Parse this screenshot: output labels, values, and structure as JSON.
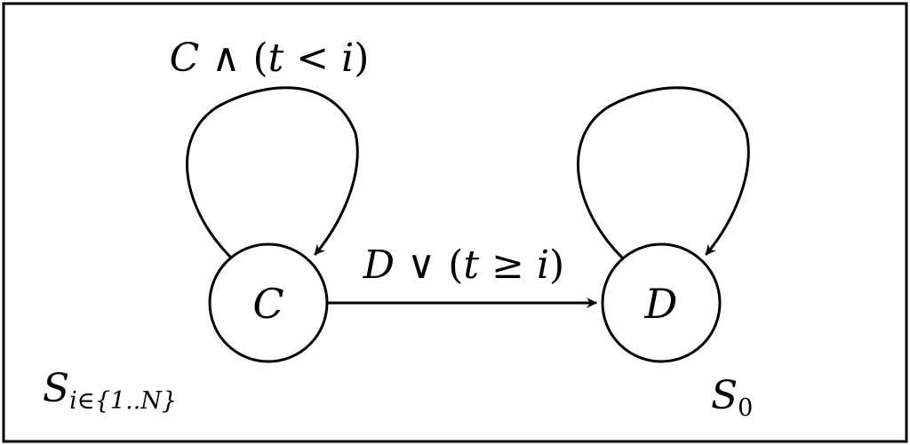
{
  "diagram": {
    "nodes": [
      {
        "id": "cooperate",
        "label": "C",
        "state_name": "S",
        "state_subscript": "i∈{1..N}"
      },
      {
        "id": "defect",
        "label": "D",
        "state_name": "S",
        "state_subscript": "0"
      }
    ],
    "edges": [
      {
        "from": "cooperate",
        "to": "cooperate",
        "label_parts": [
          "C",
          " ∧ ",
          "(",
          "t",
          " < ",
          "i",
          ")"
        ]
      },
      {
        "from": "cooperate",
        "to": "defect",
        "label_parts": [
          "D",
          " ∨ ",
          "(",
          "t",
          " ≥ ",
          "i",
          ")"
        ]
      },
      {
        "from": "defect",
        "to": "defect",
        "label_parts": []
      }
    ]
  },
  "colors": {
    "stroke": "#000000",
    "background": "#ffffff"
  }
}
